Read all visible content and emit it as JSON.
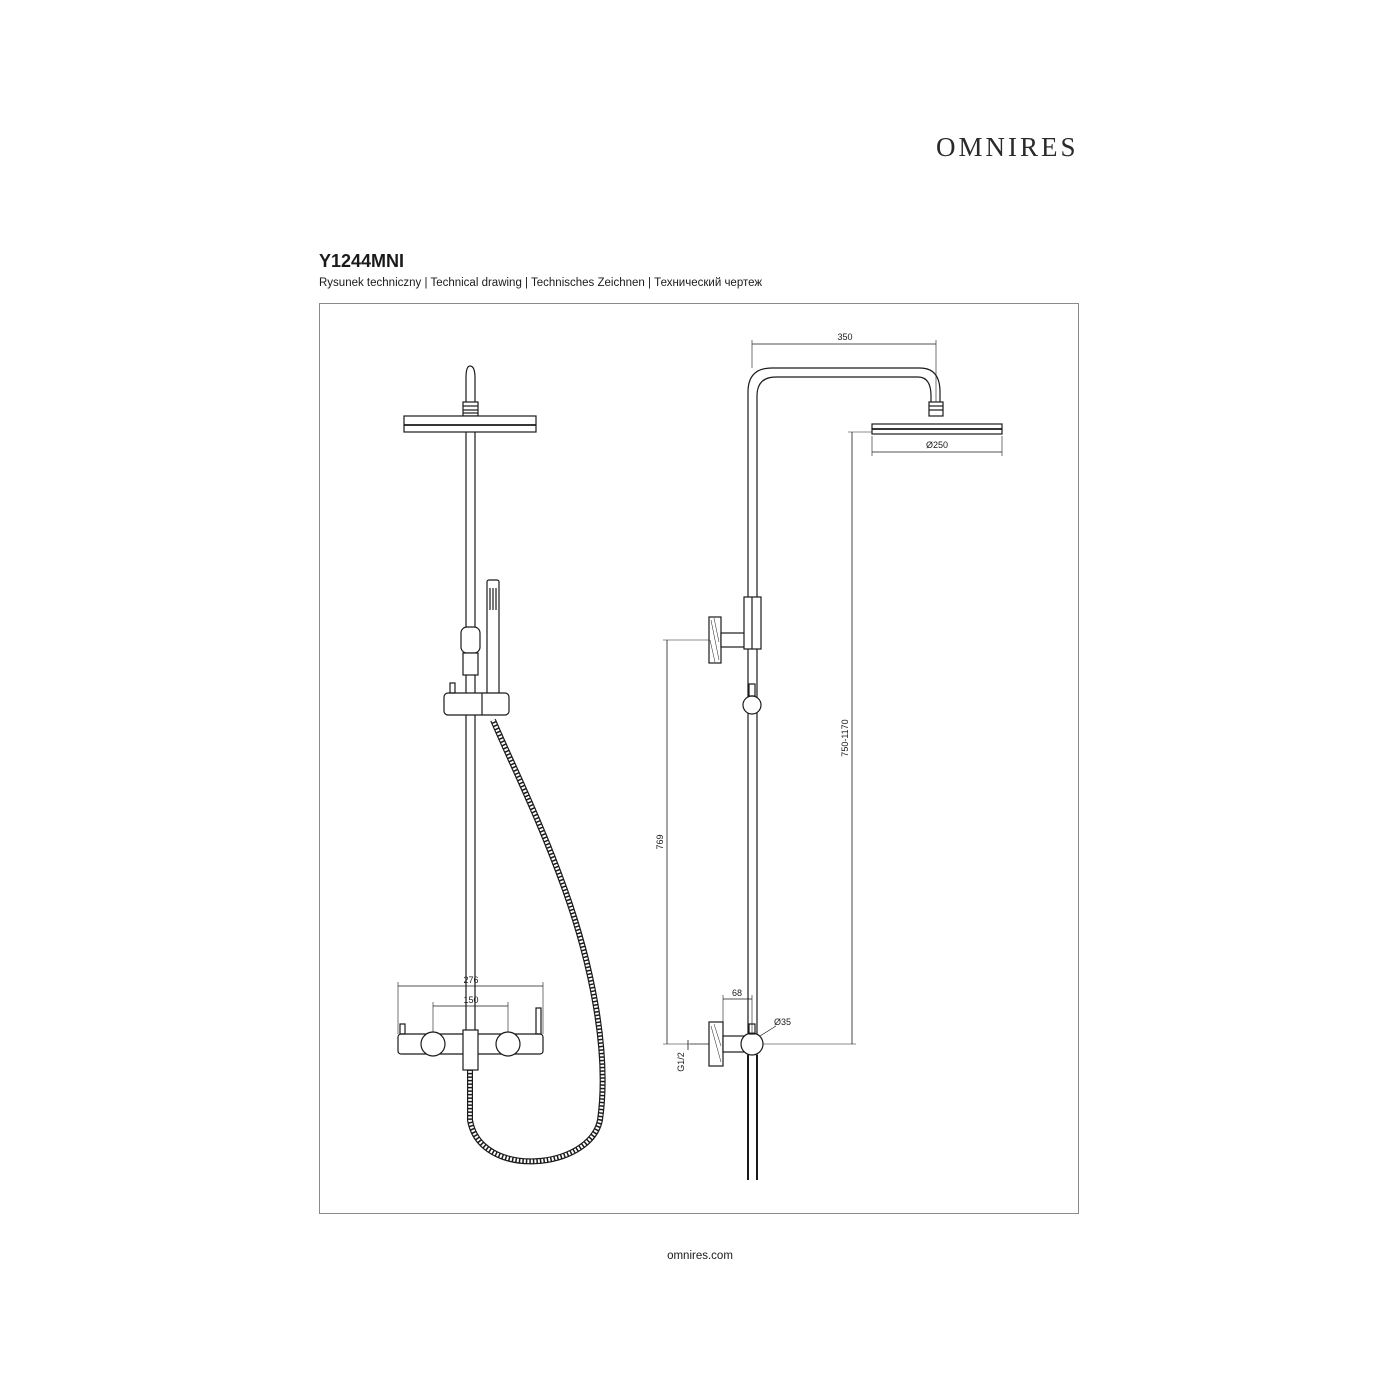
{
  "brand": "OMNIRES",
  "model": "Y1244MNI",
  "subtitle": "Rysunek techniczny | Technical drawing | Technisches Zeichnen | Технический чертеж",
  "footer": "omnires.com",
  "dimensions": {
    "arm_length": "350",
    "head_diameter": "Ø250",
    "height_range": "750-1170",
    "bracket_height": "769",
    "mixer_width": "276",
    "mixer_spacing": "150",
    "wall_offset": "68",
    "pipe_diameter": "Ø35",
    "thread": "G1/2"
  }
}
